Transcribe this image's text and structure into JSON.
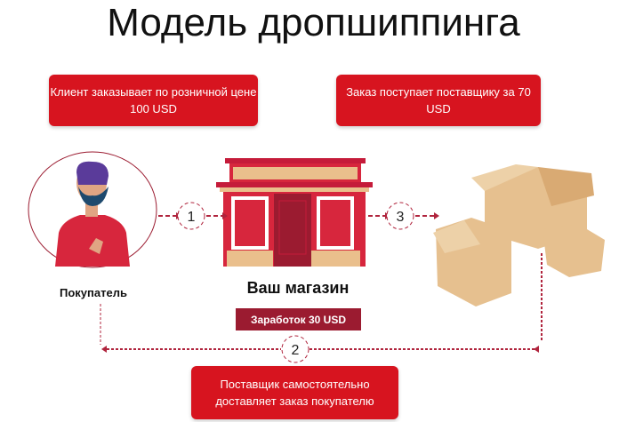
{
  "title": "Модель дропшиппинга",
  "steps": {
    "customer_order": "Клиент заказывает по розничной цене 100 USD",
    "supplier_order": "Заказ поступает поставщику за 70 USD",
    "delivery": "Поставщик самостоятельно доставляет заказ покупателю"
  },
  "buyer_label": "Покупатель",
  "shop_label": "Ваш магазин",
  "profit_label": "Заработок 30 USD",
  "step_numbers": [
    "1",
    "2",
    "3"
  ],
  "colors": {
    "accent": "#d7141f",
    "dark_red": "#9b1b30",
    "box": "#e6c08f"
  }
}
